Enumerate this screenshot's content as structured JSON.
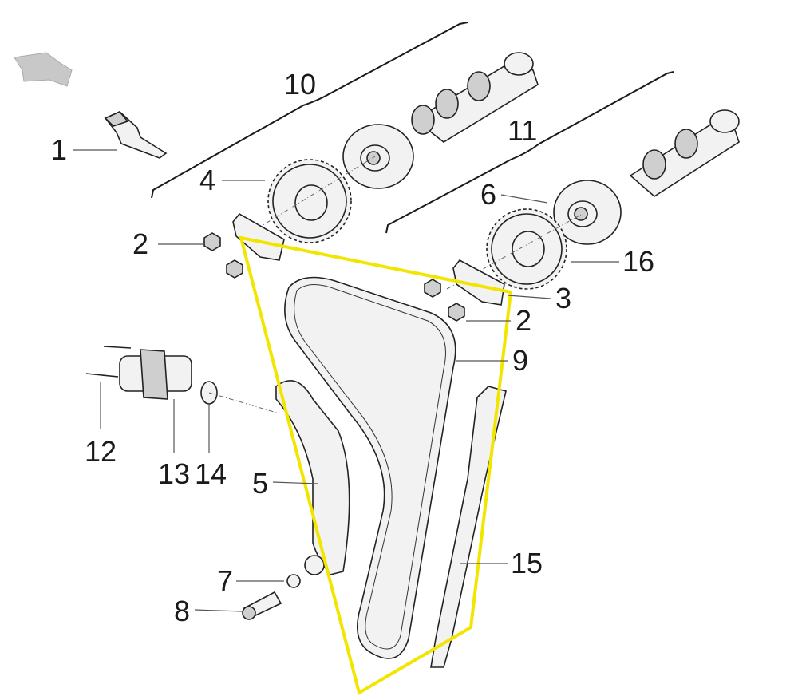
{
  "diagram": {
    "callouts": [
      "1",
      "2",
      "2",
      "3",
      "4",
      "5",
      "6",
      "7",
      "8",
      "9",
      "10",
      "11",
      "12",
      "13",
      "14",
      "15",
      "16"
    ],
    "highlight_color": "#f2e600",
    "line_color": "#222222",
    "background_color": "#ffffff"
  }
}
